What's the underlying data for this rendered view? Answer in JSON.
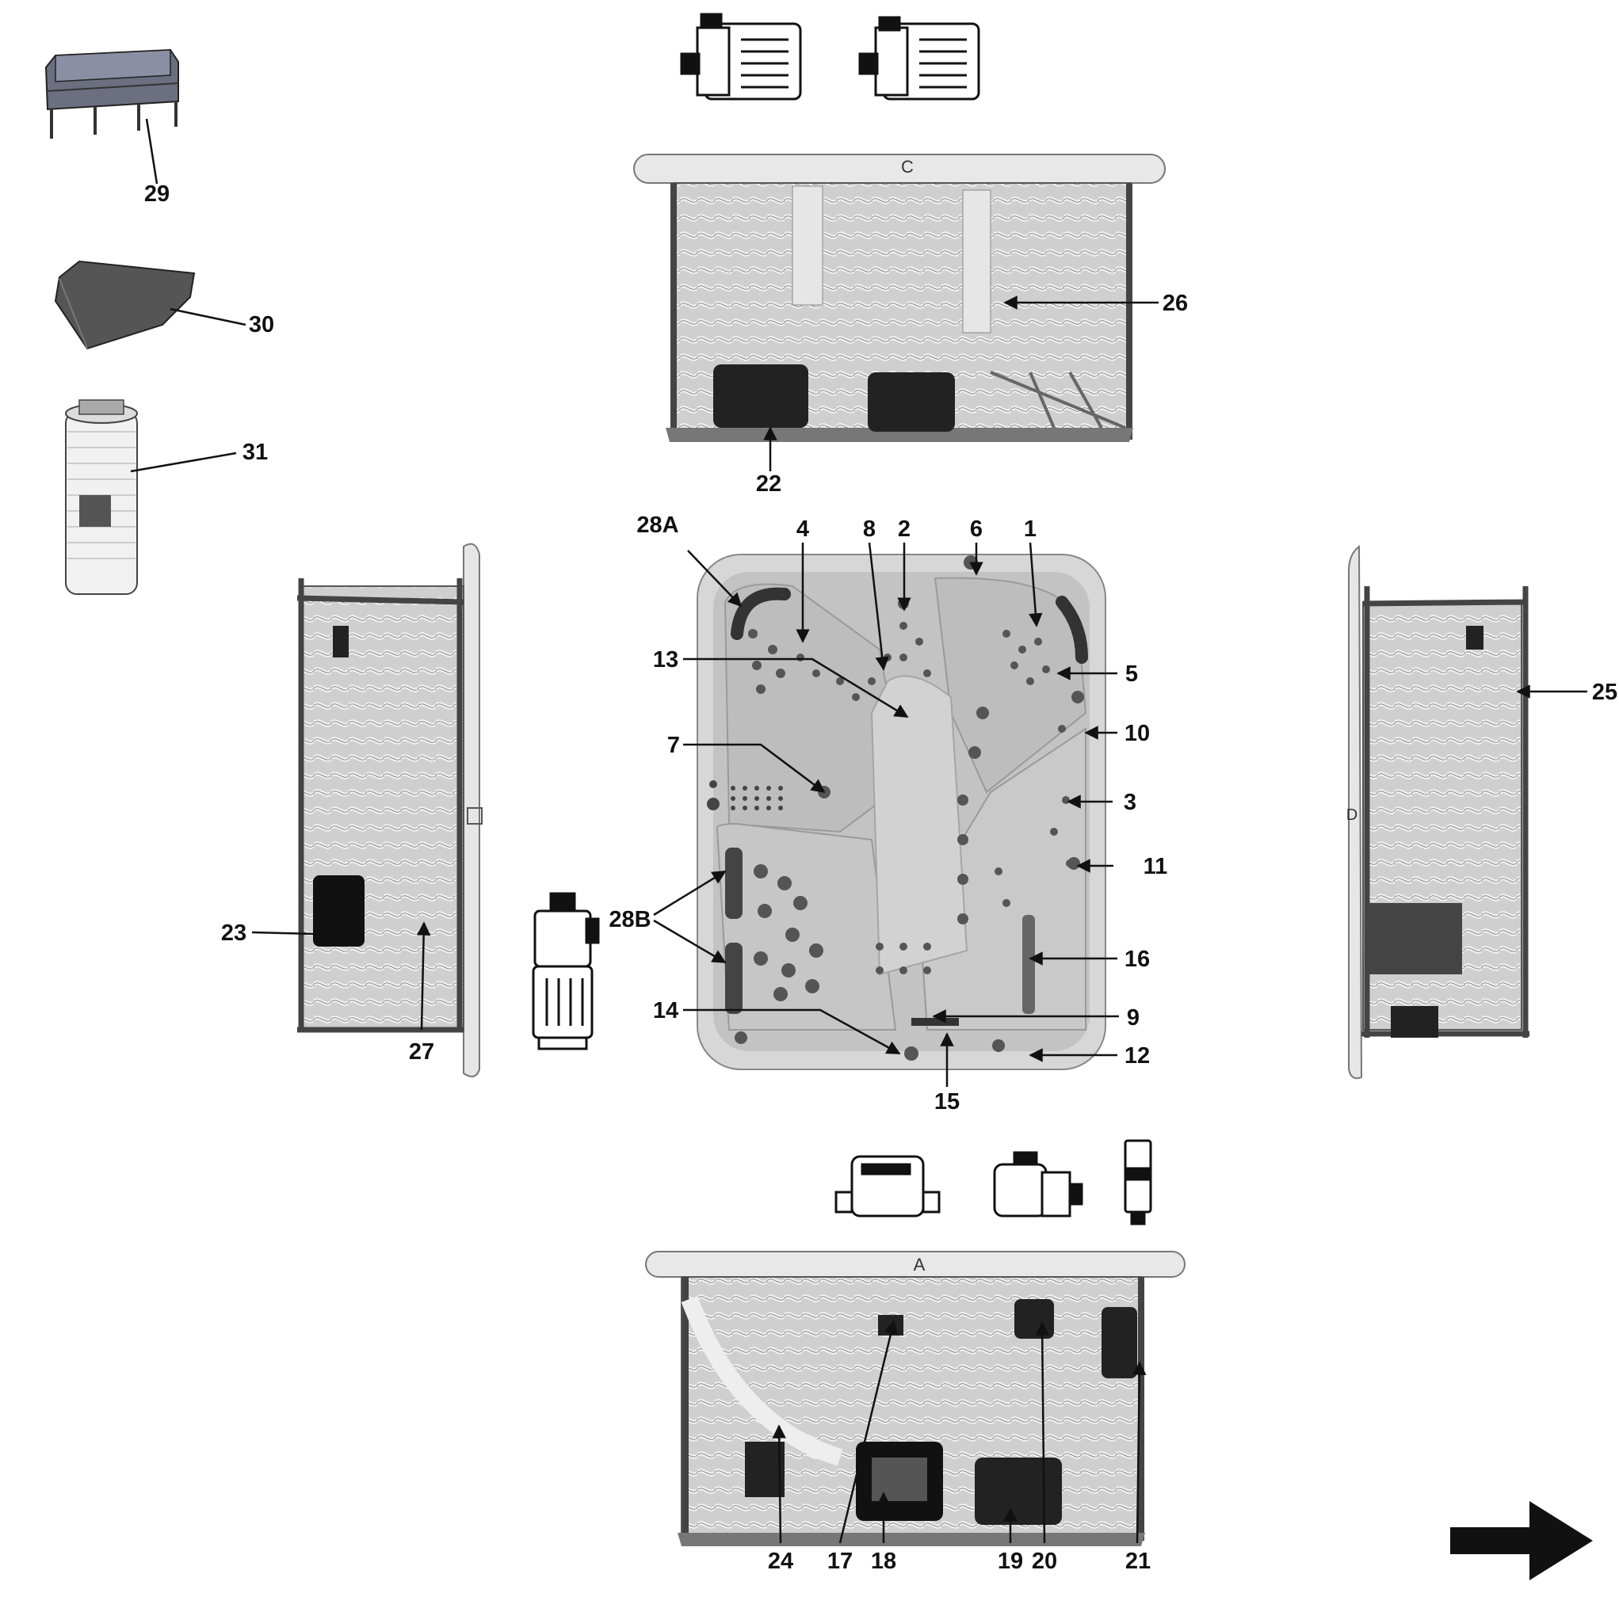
{
  "diagram": {
    "callouts": [
      "29",
      "30",
      "31",
      "22",
      "26",
      "28A",
      "4",
      "8",
      "2",
      "6",
      "1",
      "13",
      "5",
      "10",
      "7",
      "3",
      "11",
      "28B",
      "16",
      "23",
      "27",
      "14",
      "9",
      "12",
      "15",
      "25",
      "24",
      "17",
      "18",
      "19",
      "20",
      "21"
    ],
    "side_letters": {
      "top": "C",
      "bottom": "A",
      "right": "D"
    }
  }
}
